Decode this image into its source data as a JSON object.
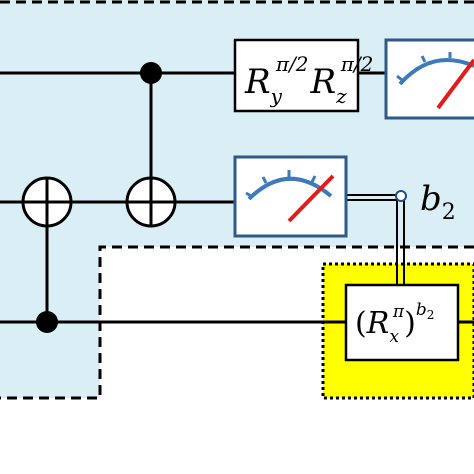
{
  "diagram": {
    "gate_rotation_y_base": "R",
    "gate_rotation_y_sub": "y",
    "gate_rotation_y_sup": "π/2",
    "gate_rotation_z_base": "R",
    "gate_rotation_z_sub": "z",
    "gate_rotation_z_sup": "π/2",
    "classical_bit_label_base": "b",
    "classical_bit_label_sub": "2",
    "controlled_gate_base": "R",
    "controlled_gate_sub": "x",
    "controlled_gate_sup": "π",
    "controlled_gate_exponent_base": "b",
    "controlled_gate_exponent_sub": "2",
    "controlled_gate_paren_open": "(",
    "controlled_gate_paren_close": ")"
  },
  "colors": {
    "upper_region_fill": "#daeef5",
    "highlight_fill": "#ffff00",
    "meter_border": "#2e5a87",
    "meter_arc": "#3d7ab8",
    "needle": "#e31b1b"
  }
}
